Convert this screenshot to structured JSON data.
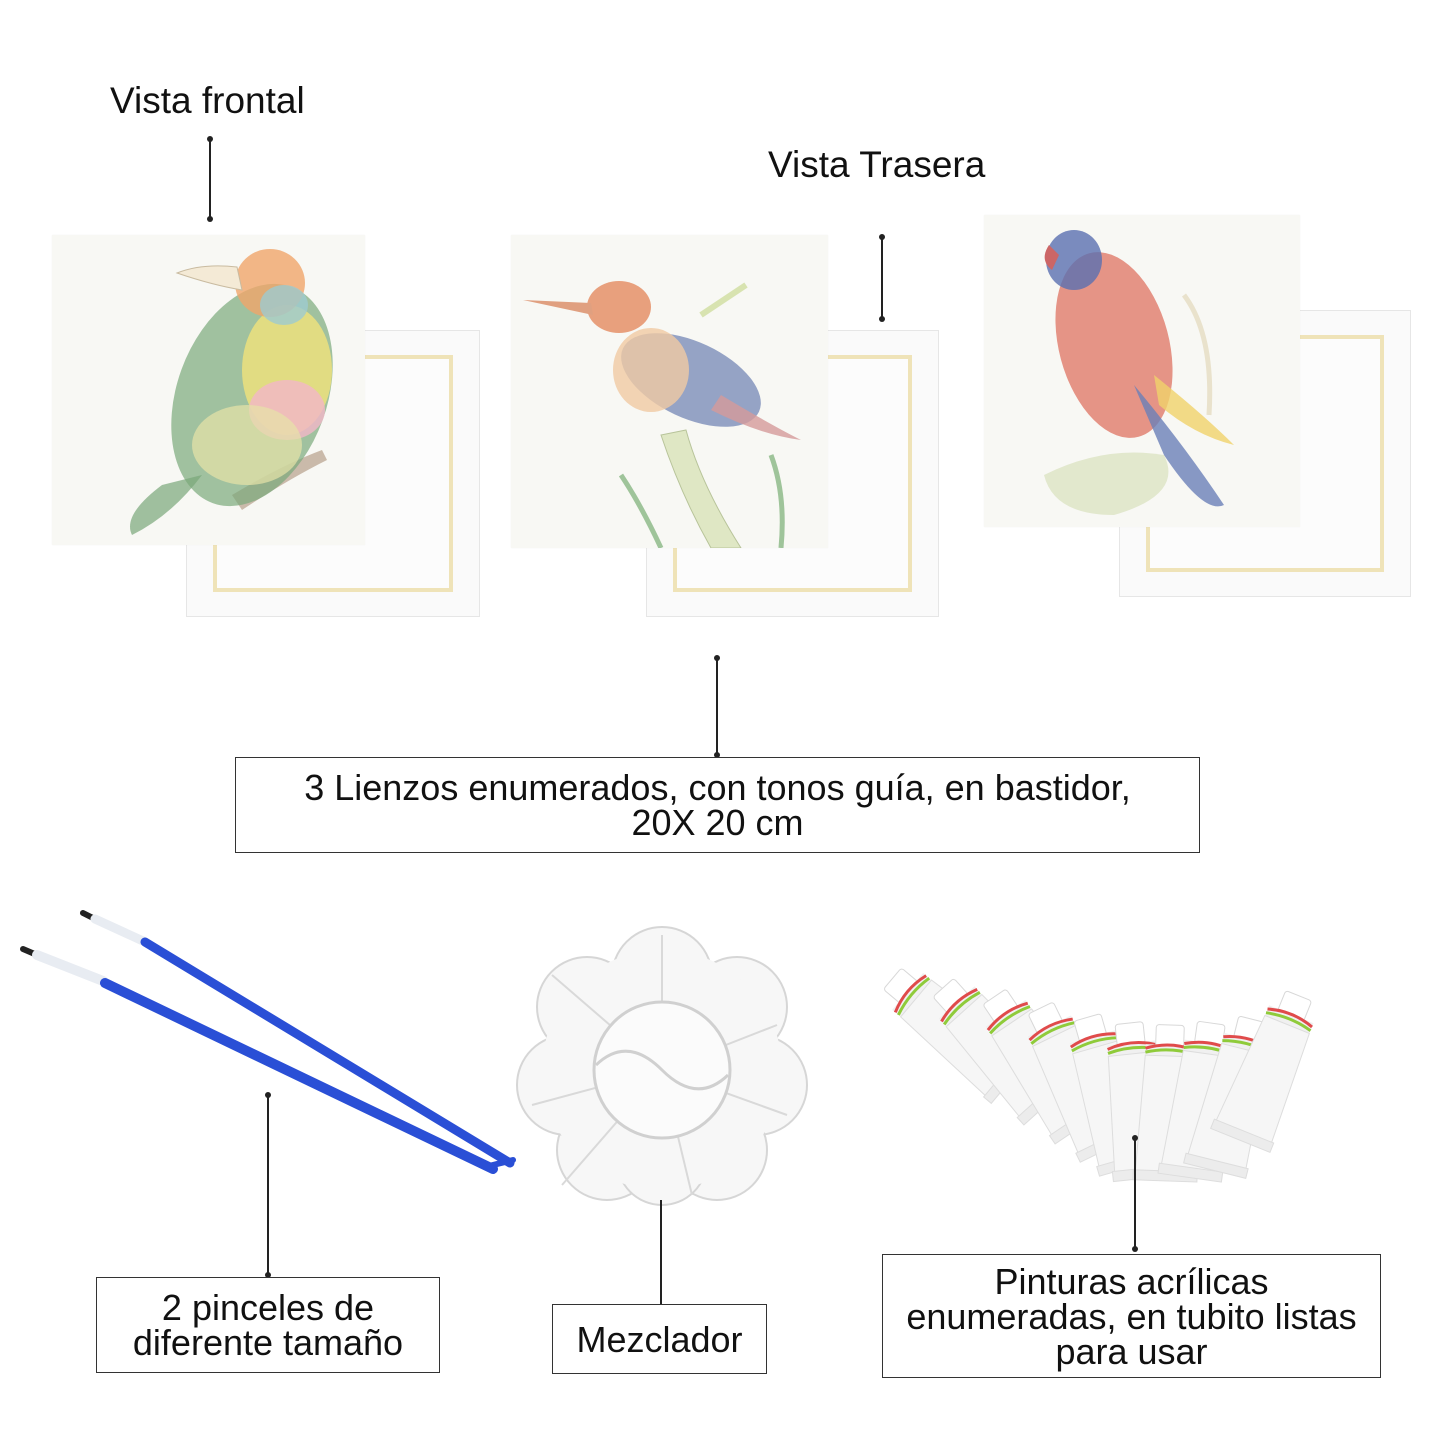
{
  "labels": {
    "front_view": "Vista frontal",
    "back_view": "Vista Trasera"
  },
  "boxes": {
    "canvases_line1": "3 Lienzos enumerados, con tonos guía, en bastidor,",
    "canvases_line2": "20X 20 cm",
    "brushes_line1": "2 pinceles de",
    "brushes_line2": "diferente tamaño",
    "mixer": "Mezclador",
    "paints_line1": "Pinturas acrílicas",
    "paints_line2": "enumeradas, en tubito listas",
    "paints_line3": "para usar"
  },
  "items": {
    "birds": [
      "toucan-barbet-illustration",
      "kingfisher-illustration",
      "lory-parrot-illustration"
    ],
    "brush_icon": "paintbrush-icon",
    "palette_icon": "flower-palette-icon",
    "tubes_icon": "paint-tube-icon",
    "tube_count": 10
  },
  "colors": {
    "brush_handle": "#2a4fd6",
    "frame_wood": "#efe3b8",
    "line": "#222222"
  }
}
